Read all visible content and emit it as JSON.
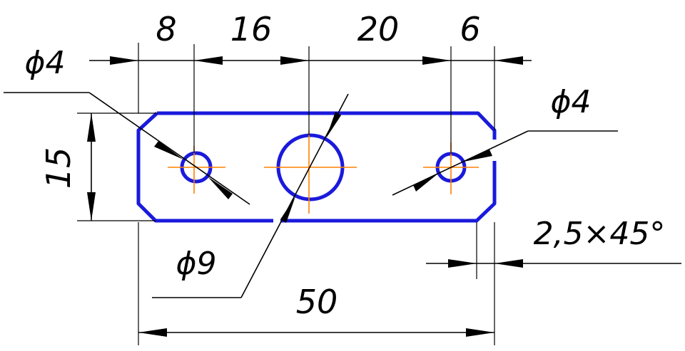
{
  "dimensions": {
    "d1": "8",
    "d2": "16",
    "d3": "20",
    "d4": "6",
    "height": "15",
    "total_width": "50",
    "hole_left": "ϕ4",
    "hole_right": "ϕ4",
    "hole_center": "ϕ9",
    "chamfer": "2,5×45°"
  },
  "colors": {
    "part_outline": "#1a1adc",
    "center_lines": "#ff8000",
    "dimension_lines": "#000000"
  }
}
